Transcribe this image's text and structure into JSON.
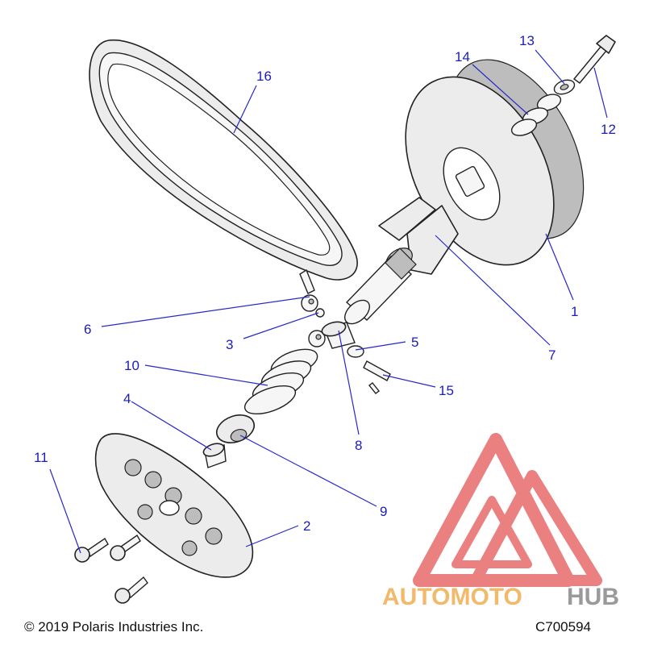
{
  "callouts": {
    "c1": "1",
    "c2": "2",
    "c3": "3",
    "c4": "4",
    "c5": "5",
    "c6": "6",
    "c7": "7",
    "c8": "8",
    "c9": "9",
    "c10": "10",
    "c11": "11",
    "c12": "12",
    "c13": "13",
    "c14": "14",
    "c15": "15",
    "c16": "16"
  },
  "footer": {
    "copyright": "© 2019 Polaris Industries Inc.",
    "code": "C700594"
  },
  "watermark": {
    "brand_part1": "AUTOMOTO",
    "brand_part2": "HUB",
    "colors": {
      "logo_red": "#e86a6a",
      "brand_orange": "#f3b96b",
      "brand_gray": "#9a9a9a"
    }
  },
  "colors": {
    "callout_blue": "#1c1cb8",
    "leader_blue": "#2727cc",
    "line_art": "#222222"
  }
}
